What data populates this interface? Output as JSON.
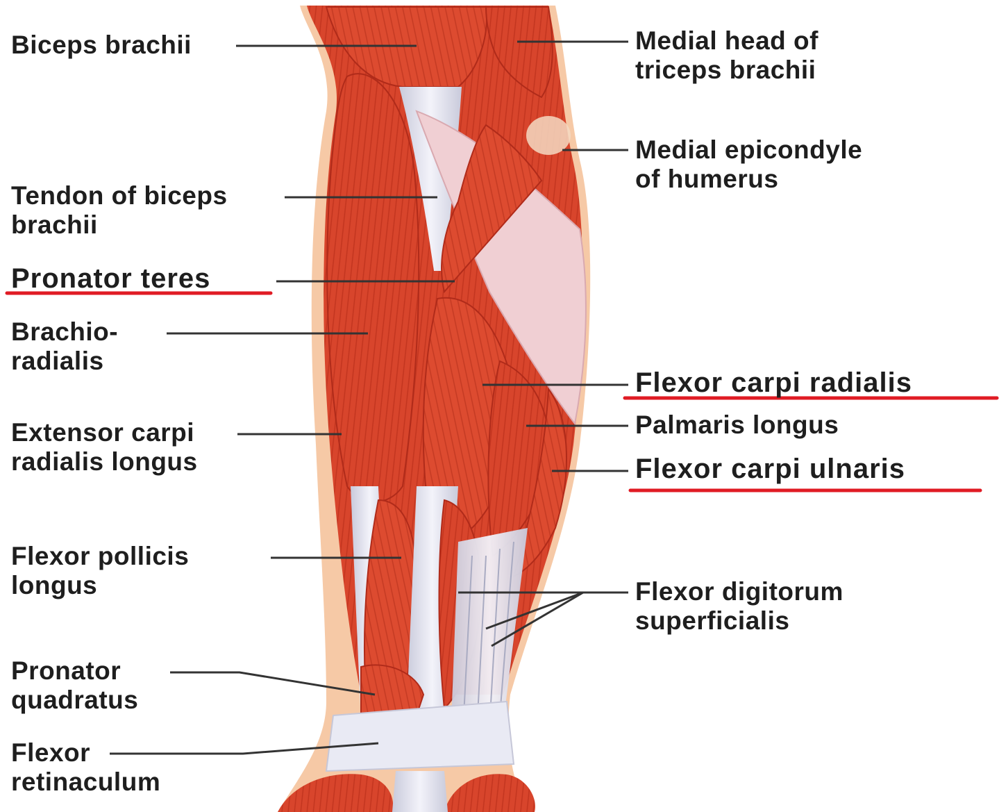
{
  "diagram": {
    "colors": {
      "muscle": "#d8452c",
      "muscle_dark": "#b62d1c",
      "tendon": "#e9eaf4",
      "fascia": "#f0cfd3",
      "leader": "#333333",
      "underline": "#e01b24",
      "background": "#ffffff"
    },
    "labels_left": {
      "biceps": {
        "line1": "Biceps brachii"
      },
      "tendon_biceps": {
        "line1": "Tendon of biceps",
        "line2": "brachii"
      },
      "pronator_teres": {
        "line1": "Pronator teres",
        "underlined": true
      },
      "brachioradialis": {
        "line1": "Brachio-",
        "line2": "radialis"
      },
      "ecrl": {
        "line1": "Extensor carpi",
        "line2": "radialis longus"
      },
      "fpl": {
        "line1": "Flexor pollicis",
        "line2": "longus"
      },
      "pq": {
        "line1": "Pronator",
        "line2": "quadratus"
      },
      "retinaculum": {
        "line1": "Flexor",
        "line2": "retinaculum"
      }
    },
    "labels_right": {
      "triceps": {
        "line1": "Medial head of",
        "line2": "triceps brachii"
      },
      "epicondyle": {
        "line1": "Medial epicondyle",
        "line2": "of humerus"
      },
      "fcr": {
        "line1": "Flexor carpi radialis",
        "underlined": true
      },
      "palmaris": {
        "line1": "Palmaris longus"
      },
      "fcu": {
        "line1": "Flexor carpi ulnaris",
        "underlined": true
      },
      "fds": {
        "line1": "Flexor digitorum",
        "line2": "superficialis"
      }
    }
  }
}
